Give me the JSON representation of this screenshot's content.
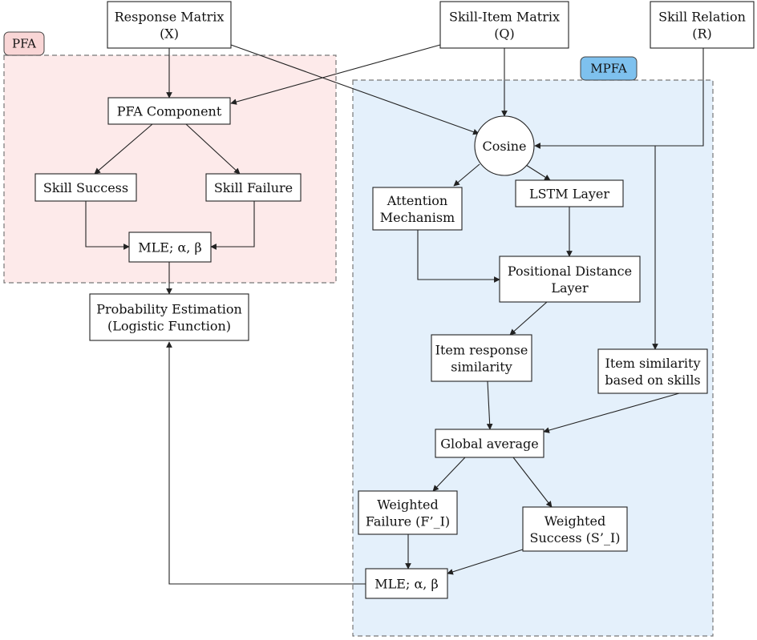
{
  "regions": {
    "pfa": {
      "label": "PFA",
      "fill": "#fdeaea",
      "border": "#777777",
      "tag_fill": "#f9d6d6"
    },
    "mpfa": {
      "label": "MPFA",
      "fill": "#e4f0fb",
      "border": "#777777",
      "tag_fill": "#7ec1ee"
    }
  },
  "nodes": {
    "response_matrix": [
      "Response Matrix",
      "(X)"
    ],
    "skill_item_matrix": [
      "Skill-Item Matrix",
      "(Q)"
    ],
    "skill_relation": [
      "Skill Relation",
      "(R)"
    ],
    "pfa_component": [
      "PFA Component"
    ],
    "skill_success": [
      "Skill Success"
    ],
    "skill_failure": [
      "Skill Failure"
    ],
    "mle_pfa": [
      "MLE; α, β"
    ],
    "probability_estimation": [
      "Probability Estimation",
      "(Logistic Function)"
    ],
    "cosine": [
      "Cosine"
    ],
    "attention_mechanism": [
      "Attention",
      "Mechanism"
    ],
    "lstm_layer": [
      "LSTM Layer"
    ],
    "positional_distance_layer": [
      "Positional Distance",
      "Layer"
    ],
    "item_response_similarity": [
      "Item response",
      "similarity"
    ],
    "item_similarity_skills": [
      "Item similarity",
      "based on skills"
    ],
    "global_average": [
      "Global average"
    ],
    "weighted_failure": [
      "Weighted",
      "Failure (F’_I)"
    ],
    "weighted_success": [
      "Weighted",
      "Success (S’_I)"
    ],
    "mle_mpfa": [
      "MLE; α, β"
    ]
  }
}
